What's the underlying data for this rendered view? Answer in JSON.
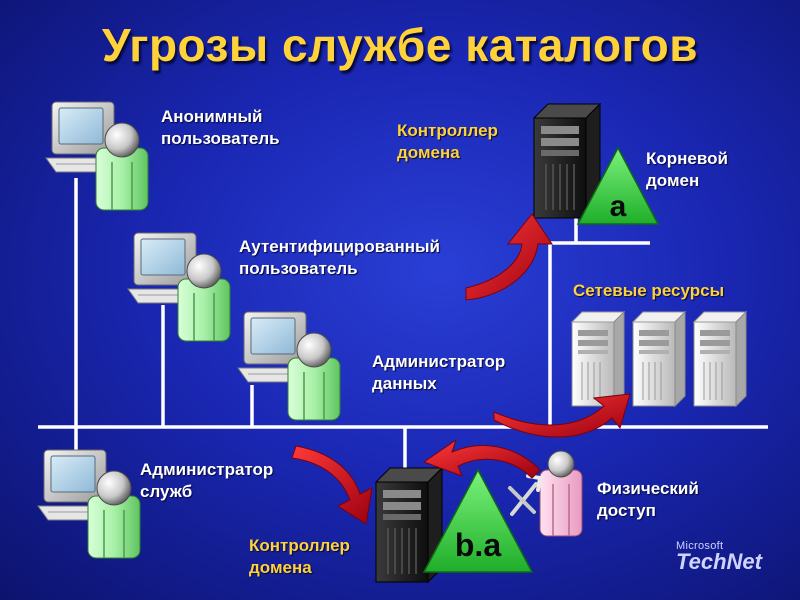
{
  "title": "Угрозы службе каталогов",
  "labels": {
    "anon_user": [
      "Анонимный",
      "пользователь"
    ],
    "auth_user": [
      "Аутентифицированный",
      "пользователь"
    ],
    "data_admin": [
      "Администратор",
      "данных"
    ],
    "service_admin": [
      "Администратор",
      "служб"
    ],
    "dc_top": [
      "Контроллер",
      "домена"
    ],
    "root_domain": [
      "Корневой",
      "домен"
    ],
    "network_resources": "Сетевые ресурсы",
    "physical_access": [
      "Физический",
      "доступ"
    ],
    "dc_bottom": [
      "Контроллер",
      "домена"
    ]
  },
  "domain_badges": {
    "top": "a",
    "bottom": "b.a"
  },
  "brand": {
    "line1": "Microsoft",
    "line2": "TechNet"
  },
  "colors": {
    "background": "#1a27b3",
    "title": "#ffd23a",
    "text": "#ffffff",
    "badge_green": "#3fd24a",
    "arrow_red": "#c8101e",
    "line_white": "#ffffff"
  }
}
